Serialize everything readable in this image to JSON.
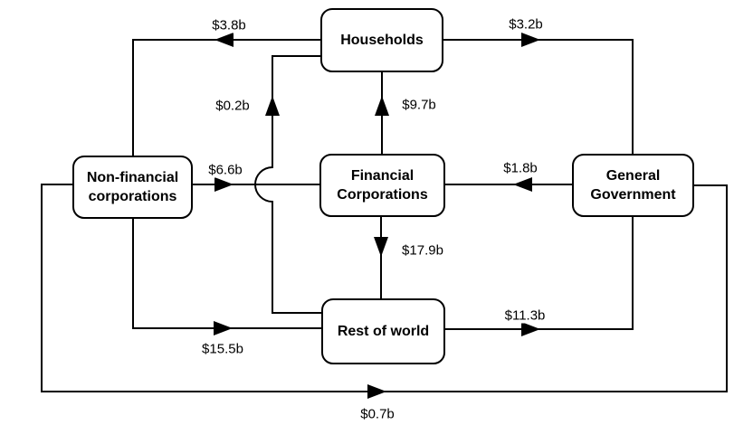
{
  "diagram": {
    "type": "sector-financial-flow-diagram",
    "colors": {
      "stroke": "#000000",
      "background": "#ffffff",
      "box_fill": "#ffffff",
      "text": "#000000"
    },
    "nodes": [
      {
        "id": "households",
        "label": "Households"
      },
      {
        "id": "non-financial-corporations",
        "label": "Non-financial corporations"
      },
      {
        "id": "financial-corporations",
        "label": "Financial Corporations"
      },
      {
        "id": "general-government",
        "label": "General Government"
      },
      {
        "id": "rest-of-world",
        "label": "Rest of world"
      }
    ],
    "flows": [
      {
        "from": "Households",
        "to": "Non-financial corporations",
        "amount": "$3.8b"
      },
      {
        "from": "Households",
        "to": "General Government",
        "amount": "$3.2b"
      },
      {
        "from": "Rest of world",
        "to": "Households",
        "amount": "$0.2b"
      },
      {
        "from": "Financial Corporations",
        "to": "Households",
        "amount": "$9.7b"
      },
      {
        "from": "Non-financial corporations",
        "to": "Financial Corporations",
        "amount": "$6.6b"
      },
      {
        "from": "General Government",
        "to": "Financial Corporations",
        "amount": "$1.8b"
      },
      {
        "from": "Financial Corporations",
        "to": "Rest of world",
        "amount": "$17.9b"
      },
      {
        "from": "Non-financial corporations",
        "to": "Rest of world",
        "amount": "$15.5b"
      },
      {
        "from": "Rest of world",
        "to": "General Government",
        "amount": "$11.3b"
      },
      {
        "from": "Non-financial corporations",
        "to": "General Government",
        "amount": "$0.7b"
      }
    ]
  }
}
